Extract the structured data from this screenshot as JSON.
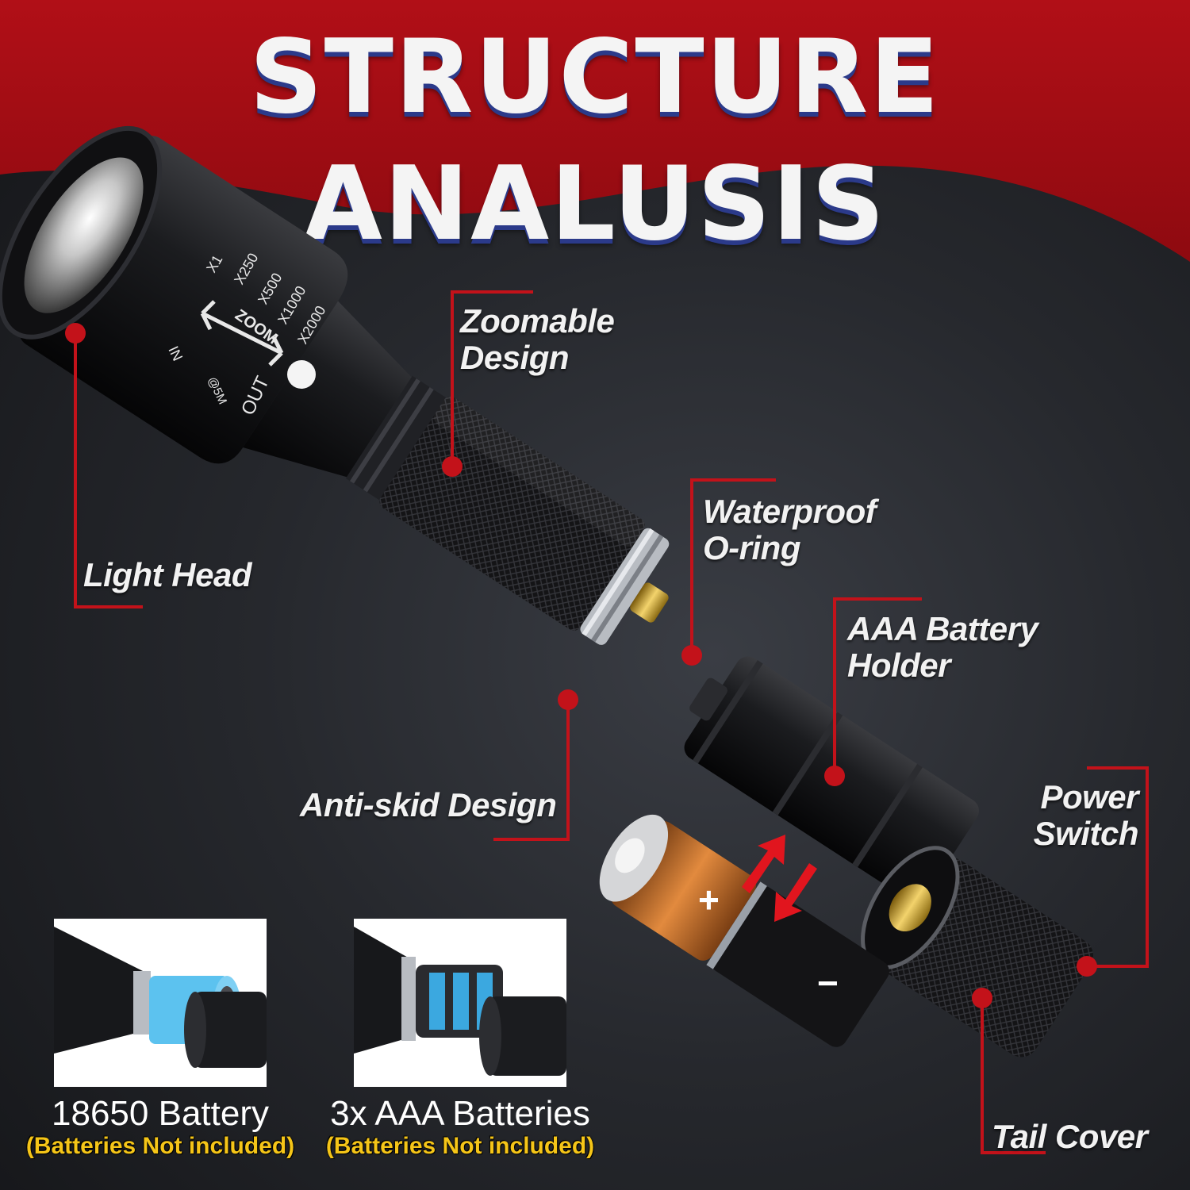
{
  "title": "STRUCTURE ANALUSIS",
  "colors": {
    "accent_red": "#c3121a",
    "banner_red": "#a80d14",
    "note_yellow": "#f5c518",
    "title_shadow": "#2b3a8a"
  },
  "callouts": {
    "light_head": "Light Head",
    "zoomable_line1": "Zoomable",
    "zoomable_line2": "Design",
    "waterproof_line1": "Waterproof",
    "waterproof_line2": "O-ring",
    "aaa_holder_line1": "AAA Battery",
    "aaa_holder_line2": "Holder",
    "anti_skid": "Anti-skid Design",
    "power_switch_line1": "Power",
    "power_switch_line2": "Switch",
    "tail_cover": "Tail Cover"
  },
  "zoom_markings": {
    "x1": "X1",
    "x250": "X250",
    "x500": "X500",
    "x1000": "X1000",
    "x2000": "X2000",
    "zoom": "ZOOM",
    "in": "IN",
    "out": "OUT",
    "at5m": "@5M"
  },
  "battery_plus": "+",
  "battery_minus": "−",
  "battery_options": [
    {
      "caption": "18650 Battery",
      "note": "(Batteries Not included)",
      "icon": "18650-battery-photo"
    },
    {
      "caption": "3x AAA Batteries",
      "note": "(Batteries Not included)",
      "icon": "aaa-holder-photo"
    }
  ]
}
